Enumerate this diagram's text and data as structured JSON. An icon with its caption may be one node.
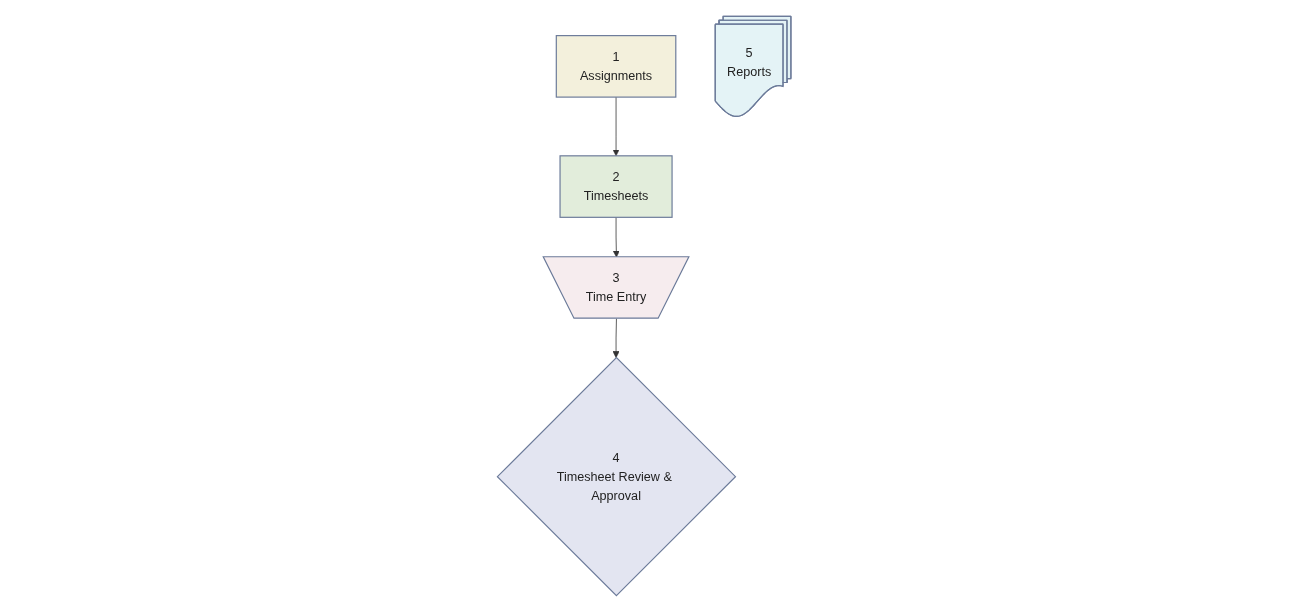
{
  "diagram": {
    "nodes": [
      {
        "text": [
          "1",
          "Assignments"
        ]
      },
      {
        "text": [
          "2",
          "Timesheets"
        ]
      },
      {
        "text": [
          "3",
          "Time Entry"
        ]
      },
      {
        "text": [
          "4",
          "Timesheet Review & Approval"
        ]
      },
      {
        "text": [
          "5",
          "Reports"
        ]
      }
    ],
    "edges": [
      {
        "from": 0,
        "to": 1,
        "arrow": "to"
      },
      {
        "from": 1,
        "to": 2,
        "arrow": "to"
      },
      {
        "from": 2,
        "to": 3,
        "arrow": "to"
      }
    ]
  }
}
